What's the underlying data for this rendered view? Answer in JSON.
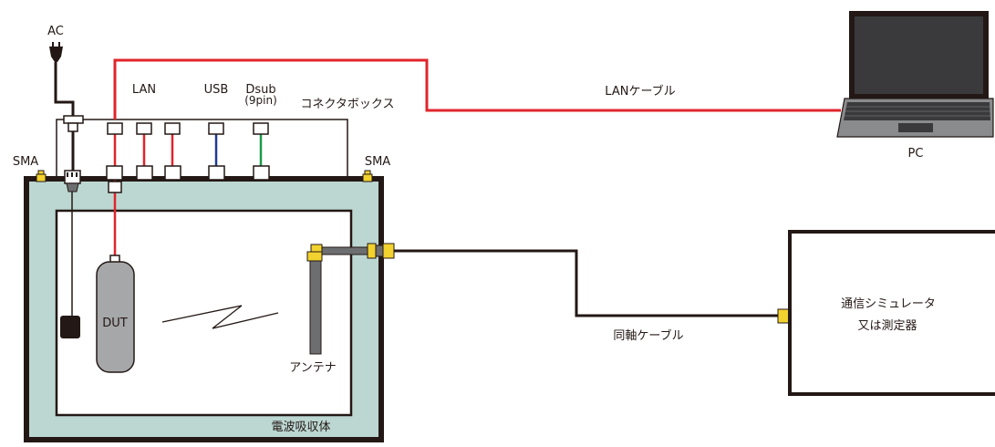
{
  "labels": {
    "ac": "AC",
    "lan": "LAN",
    "usb": "USB",
    "dsub_line1": "Dsub",
    "dsub_line2": "(9pin)",
    "connector_box": "コネクタボックス",
    "lan_cable": "LANケーブル",
    "pc": "PC",
    "sma_left": "SMA",
    "sma_right": "SMA",
    "dut": "DUT",
    "antenna": "アンテナ",
    "absorber": "電波吸収体",
    "coax_cable": "同軸ケーブル",
    "simulator_line1": "通信シミュレータ",
    "simulator_line2": "又は測定器"
  },
  "colors": {
    "lan_cable": "#e1242b",
    "usb_cable": "#1f3a93",
    "dsub_cable": "#1a9a49",
    "absorber": "#bcd7d2",
    "outline": "#231815",
    "dut_body": "#a6a7a9",
    "antenna": "#6d6e70",
    "sma_connector": "#f2d22e"
  },
  "icons": {
    "ac_plug": "plug-icon",
    "pc": "laptop-icon",
    "wireless": "zigzag-signal-icon"
  }
}
